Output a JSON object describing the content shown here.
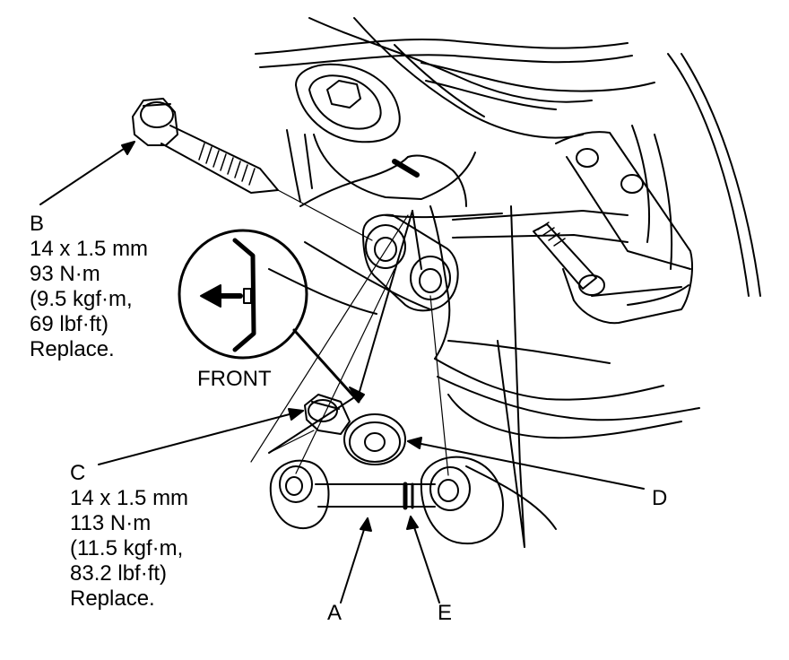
{
  "callouts": {
    "a": {
      "letter": "A"
    },
    "b": {
      "letter": "B",
      "size": "14 x 1.5 mm",
      "torque": "93 N·m",
      "kgf": "(9.5 kgf·m,",
      "lbf": "69 lbf·ft)",
      "note": "Replace."
    },
    "c": {
      "letter": "C",
      "size": "14 x 1.5 mm",
      "torque": "113 N·m",
      "kgf": "(11.5 kgf·m,",
      "lbf": "83.2 lbf·ft)",
      "note": "Replace."
    },
    "d": {
      "letter": "D"
    },
    "e": {
      "letter": "E"
    }
  },
  "front_indicator": {
    "label": "FRONT"
  },
  "icons": {
    "front_arrow": "front-direction-arrow-icon"
  },
  "colors": {
    "ink": "#000000",
    "paper": "#ffffff"
  }
}
